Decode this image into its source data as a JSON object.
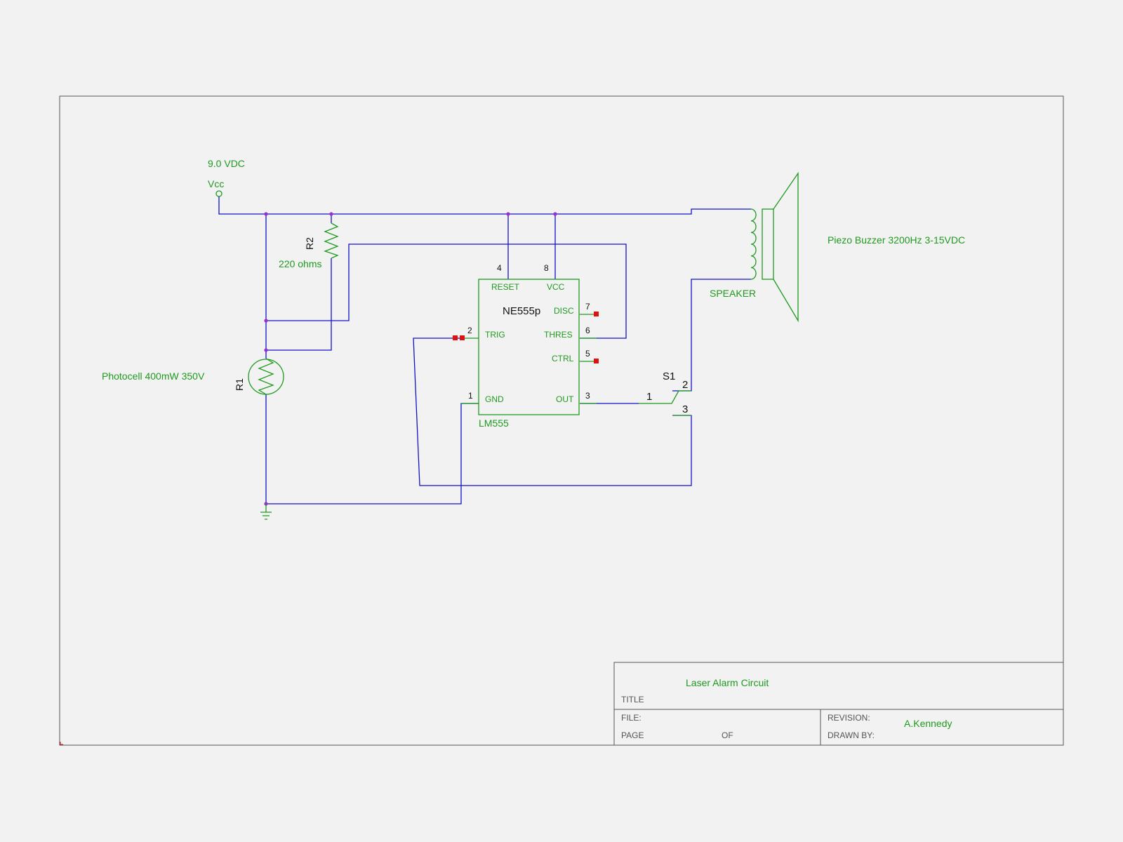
{
  "supply": {
    "voltage": "9.0 VDC",
    "net": "Vcc"
  },
  "r2": {
    "ref": "R2",
    "value": "220 ohms"
  },
  "r1": {
    "ref": "R1",
    "value": "Photocell 400mW 350V"
  },
  "ic": {
    "name": "NE555p",
    "part": "LM555",
    "pins": [
      {
        "num": "4",
        "label": "RESET"
      },
      {
        "num": "8",
        "label": "VCC"
      },
      {
        "num": "7",
        "label": "DISC"
      },
      {
        "num": "6",
        "label": "THRES"
      },
      {
        "num": "5",
        "label": "CTRL"
      },
      {
        "num": "3",
        "label": "OUT"
      },
      {
        "num": "2",
        "label": "TRIG"
      },
      {
        "num": "1",
        "label": "GND"
      }
    ]
  },
  "switch": {
    "ref": "S1",
    "pins": [
      "1",
      "2",
      "3"
    ]
  },
  "speaker": {
    "ref": "SPEAKER",
    "value": "Piezo Buzzer 3200Hz 3-15VDC"
  },
  "title_block": {
    "title_label": "TITLE",
    "title": "Laser Alarm Circuit",
    "file_label": "FILE:",
    "page_label": "PAGE",
    "of_label": "OF",
    "revision_label": "REVISION:",
    "drawn_by_label": "DRAWN BY:",
    "drawn_by": "A.Kennedy"
  },
  "colors": {
    "wire": "#1212c8",
    "component": "#1f9a1f",
    "junction": "#9a2fd0",
    "unconnected_pin": "#e01010",
    "background": "#f2f2f2"
  }
}
